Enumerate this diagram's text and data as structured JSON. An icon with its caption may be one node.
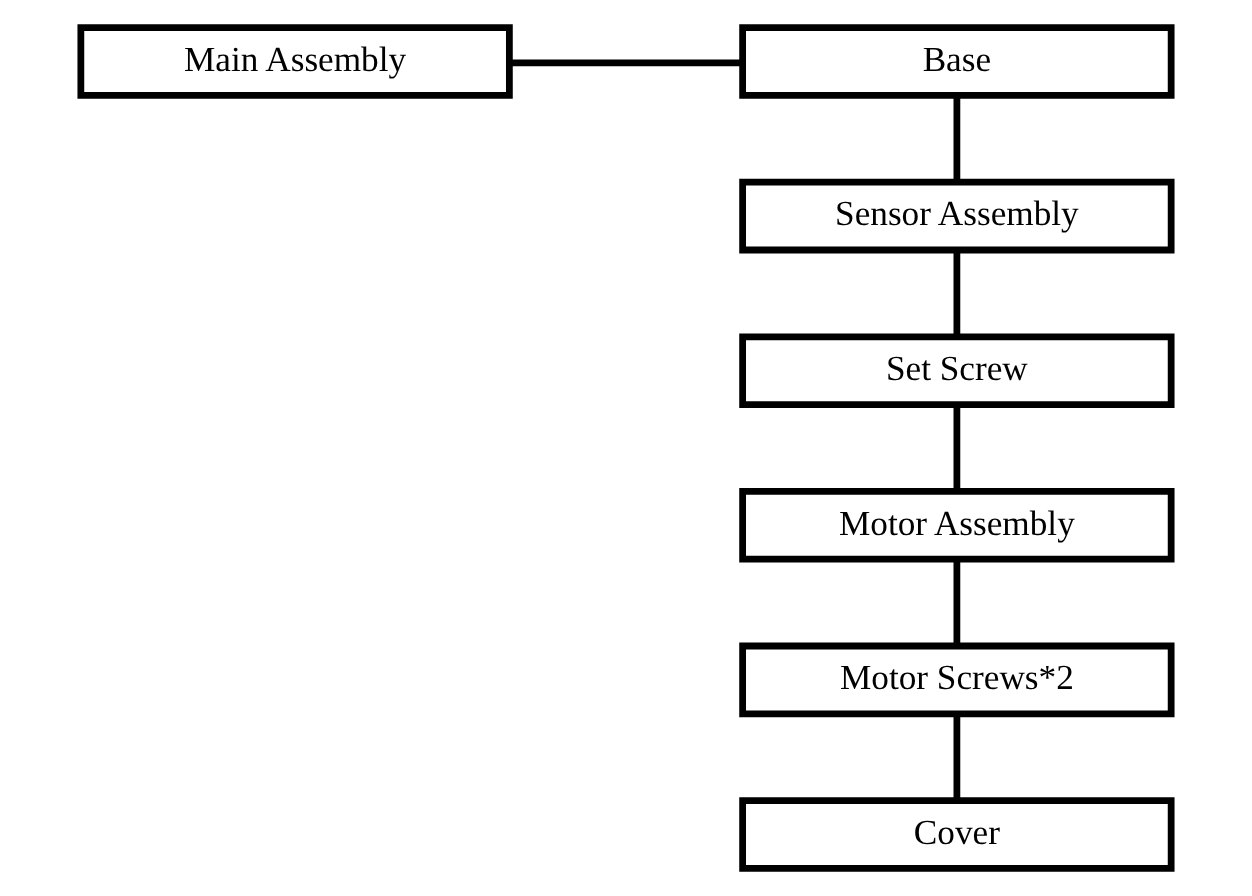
{
  "diagram": {
    "nodes": [
      {
        "text": [
          "Main Assembly"
        ]
      },
      {
        "text": [
          "Base"
        ]
      },
      {
        "text": [
          "Sensor Assembly"
        ]
      },
      {
        "text": [
          "Set Screw"
        ]
      },
      {
        "text": [
          "Motor Assembly"
        ]
      },
      {
        "text": [
          "Motor Screws*2"
        ]
      },
      {
        "text": [
          "Cover"
        ]
      }
    ],
    "edges": [
      {
        "from": 0,
        "to": 1,
        "arrow": "none"
      },
      {
        "from": 1,
        "to": 2,
        "arrow": "none"
      },
      {
        "from": 2,
        "to": 3,
        "arrow": "none"
      },
      {
        "from": 3,
        "to": 4,
        "arrow": "none"
      },
      {
        "from": 4,
        "to": 5,
        "arrow": "none"
      },
      {
        "from": 5,
        "to": 6,
        "arrow": "none"
      }
    ]
  }
}
